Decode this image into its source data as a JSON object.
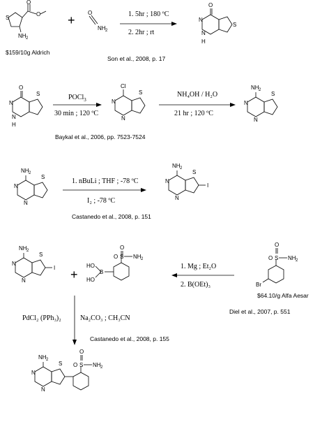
{
  "row1": {
    "sm_atoms": {
      "O1": "O",
      "O2": "O",
      "S": "S",
      "N": "NH",
      "N2": "2"
    },
    "price": "$159/10g Aldrich",
    "reagent_atoms": {
      "O": "O",
      "N": "NH",
      "N2": "2"
    },
    "step1": "1. 5hr ; 180 ºC",
    "step2": "2. 2hr ; rt",
    "citation": "Son et al., 2008, p. 17",
    "product_atoms": {
      "O": "O",
      "S": "S",
      "N1": "N",
      "N2": "N",
      "H": "H"
    }
  },
  "row2": {
    "sm_atoms": {
      "O": "O",
      "S": "S",
      "N1": "N",
      "N2": "N",
      "H": "H"
    },
    "reagent_a": "POCl",
    "reagent_a_sub": "3",
    "cond_a": "30 min ; 120 ºC",
    "int_atoms": {
      "Cl": "Cl",
      "S": "S",
      "N1": "N",
      "N2": "N"
    },
    "reagent_b": "NH₄OH / H₂O",
    "cond_b": "21 hr ; 120 ºC",
    "product_atoms": {
      "NH": "NH",
      "N2": "2",
      "S": "S",
      "N1": "N",
      "N3": "N"
    },
    "citation": "Baykal et al., 2006, pp. 7523-7524"
  },
  "row3": {
    "sm_atoms": {
      "NH": "NH",
      "N2": "2",
      "S": "S",
      "N1": "N",
      "N3": "N"
    },
    "step1": "1. nBuLi ; THF ; -78 ºC",
    "step2": "I₂ ; -78 ºC",
    "product_atoms": {
      "NH": "NH",
      "N2": "2",
      "S": "S",
      "N1": "N",
      "N3": "N",
      "I": "I"
    },
    "citation": "Castanedo et al., 2008, p. 151"
  },
  "row4": {
    "left_atoms": {
      "NH": "NH",
      "N2": "2",
      "S": "S",
      "N1": "N",
      "N3": "N",
      "I": "I"
    },
    "boronic_atoms": {
      "HO1": "HO",
      "HO2": "HO",
      "B": "B",
      "O1": "O",
      "O2": "O",
      "S": "S",
      "NH": "NH",
      "N2": "2"
    },
    "step1": "1. Mg ; Et₂O",
    "step2": "2. B(OEt)₃",
    "bromo_atoms": {
      "Br": "Br",
      "O1": "O",
      "O2": "O",
      "S": "S",
      "NH": "NH",
      "N2": "2"
    },
    "price": "$64.10/g Alfa Aesar",
    "citation": "Diel et al., 2007, p. 551"
  },
  "row5": {
    "catalyst": "PdCl₂ (PPh₃)₂",
    "base": "Na₂CO₃ ; CH₃CN",
    "citation": "Castanedo et al., 2008, p. 155",
    "product_atoms": {
      "NH": "NH",
      "N2": "2",
      "S": "S",
      "N1": "N",
      "N3": "N",
      "O1": "O",
      "O2": "O",
      "S2": "S",
      "NH2": "NH",
      "N22": "2"
    }
  }
}
